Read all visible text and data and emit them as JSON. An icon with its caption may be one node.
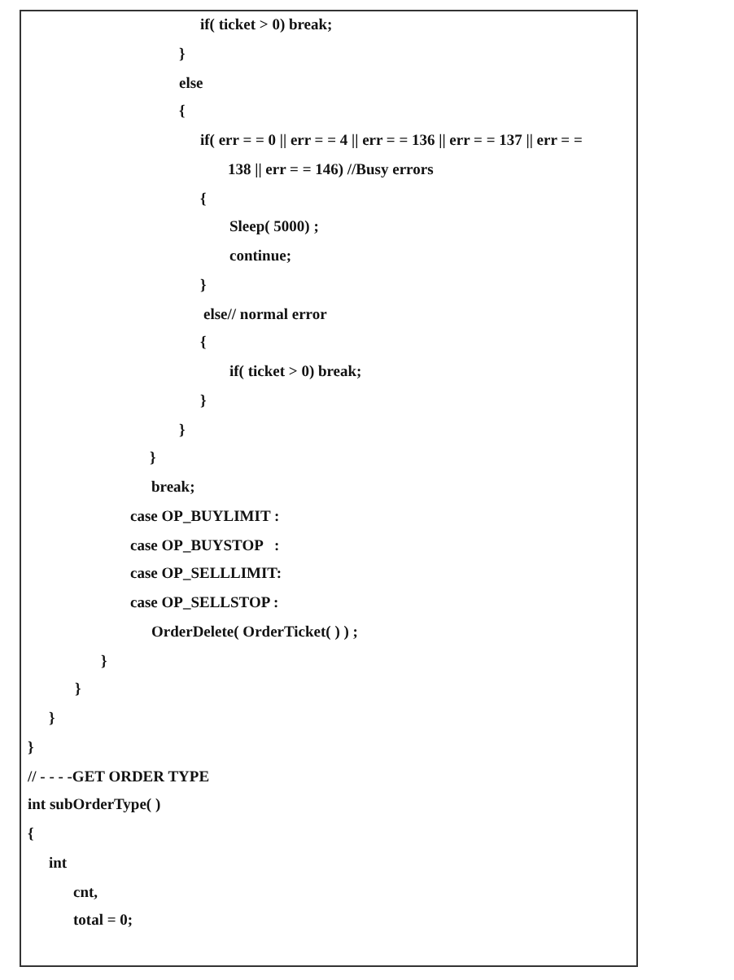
{
  "diagram": {
    "labels": [
      "if( ticket > 0) break;",
      "}",
      "else",
      "{",
      "if( err = = 0 || err = = 4 || err = = 136 || err = = 137 || err = =",
      "138 || err = = 146) //Busy errors",
      "{",
      "Sleep( 5000) ;",
      "continue;",
      "}",
      "else// normal error",
      "{",
      "if( ticket > 0) break;",
      "}",
      "}",
      "}",
      "break;",
      "case OP_BUYLIMIT :",
      "case OP_BUYSTOP   :",
      "case OP_SELLLIMIT:",
      "case OP_SELLSTOP :",
      "OrderDelete( OrderTicket( ) ) ;",
      "}",
      "}",
      "}",
      "}",
      "// - - - -GET ORDER TYPE",
      "int subOrderType( )",
      "{",
      "int",
      "cnt,",
      "total = 0;"
    ]
  }
}
